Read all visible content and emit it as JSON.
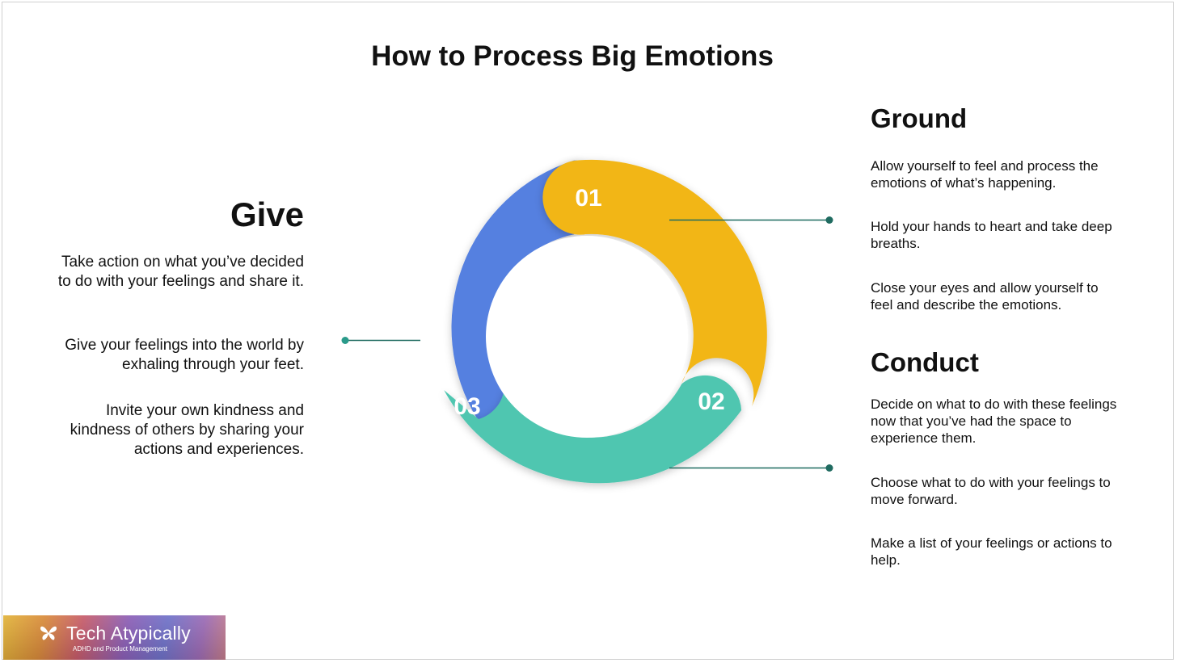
{
  "title": "How to Process Big Emotions",
  "colors": {
    "ground": "#f2b619",
    "conduct": "#50c6b0",
    "give": "#5580e0",
    "connector": "#1f6b60",
    "text": "#111111"
  },
  "steps": [
    {
      "number": "01",
      "heading": "Ground",
      "items": [
        "Allow yourself to feel and process the emotions of what’s happening.",
        "Hold your hands to heart and take deep breaths.",
        "Close your eyes and allow yourself to feel and describe the emotions."
      ]
    },
    {
      "number": "02",
      "heading": "Conduct",
      "items": [
        "Decide on what to do with these feelings now that you’ve had the space to experience them.",
        "Choose what to do with your feelings to move forward.",
        "Make a list of your feelings or actions to help."
      ]
    },
    {
      "number": "03",
      "heading": "Give",
      "items": [
        "Take action on what you’ve decided to do with your feelings and share it.",
        "Give your feelings into the world by exhaling through your feet.",
        "Invite your own kindness and kindness of others by sharing your actions and experiences."
      ]
    }
  ],
  "brand": {
    "name": "Tech Atypically",
    "tagline": "ADHD and Product Management",
    "logo_icon": "butterfly-icon"
  }
}
